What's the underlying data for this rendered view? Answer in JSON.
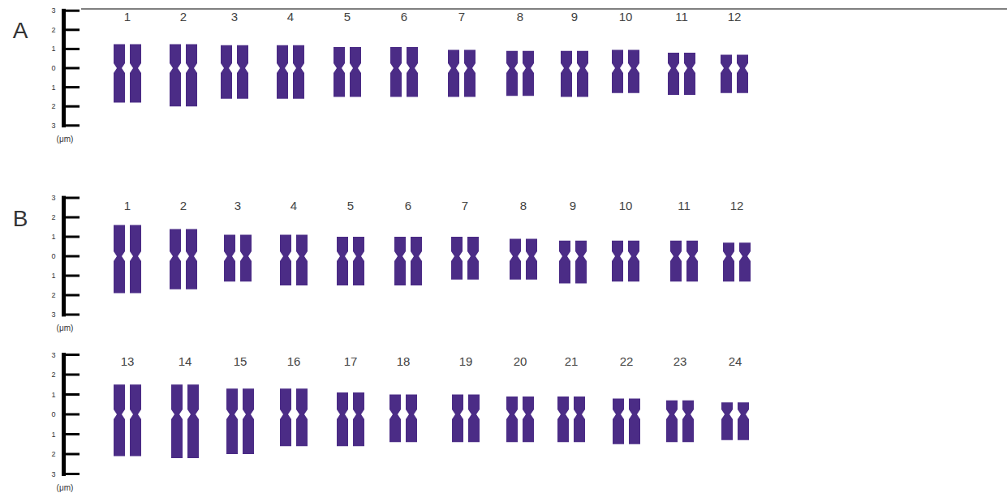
{
  "diagram": {
    "labels": [
      "A",
      "3",
      "2",
      "1",
      "0",
      "1",
      "2",
      "3",
      "(μm)",
      "1",
      "2",
      "3",
      "4",
      "5",
      "6",
      "7",
      "8",
      "9",
      "10",
      "11",
      "12",
      "B",
      "3",
      "2",
      "1",
      "0",
      "1",
      "2",
      "3",
      "(μm)",
      "1",
      "2",
      "3",
      "4",
      "5",
      "6",
      "7",
      "8",
      "9",
      "10",
      "11",
      "12",
      "3",
      "2",
      "1",
      "0",
      "1",
      "2",
      "3",
      "(μm)",
      "13",
      "14",
      "15",
      "16",
      "17",
      "18",
      "19",
      "20",
      "21",
      "22",
      "23",
      "24"
    ]
  }
}
